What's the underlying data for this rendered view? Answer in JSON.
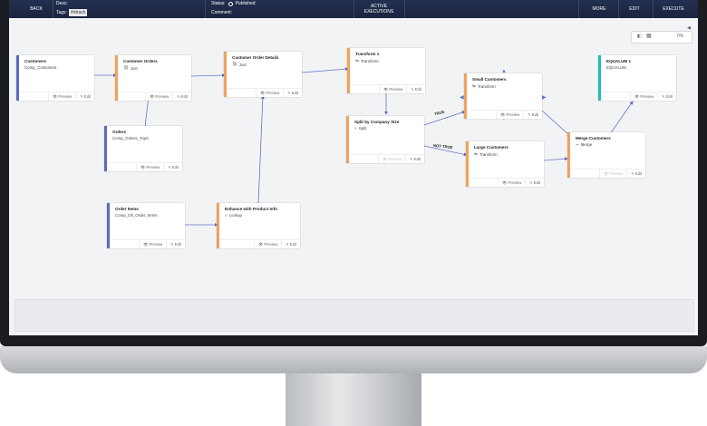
{
  "topbar": {
    "back": "BACK",
    "desc_label": "Desc:",
    "tags_label": "Tags:",
    "tags_value": "#ntrack",
    "status_label": "Status:",
    "status_value": "Published",
    "comment_label": "Comment:",
    "active_executions": "ACTIVE EXECUTIONS",
    "more": "MORE",
    "edit": "EDIT",
    "execute": "EXECUTE"
  },
  "zoom": {
    "value": "0%"
  },
  "buttons": {
    "preview": "Preview",
    "edit": "Edit"
  },
  "edges": {
    "true_label": "TRUE",
    "not_true_label": "NOT TRUE"
  },
  "nodes": {
    "customers": {
      "title": "Customers",
      "sub": "Comp_Customers"
    },
    "orders": {
      "title": "Orders",
      "sub": "Comp_Orders_Topic"
    },
    "order_items": {
      "title": "Order Items",
      "sub": "Comp_Olt_Order_Items"
    },
    "customer_orders": {
      "title": "Customer Orders",
      "sub": "Join"
    },
    "customer_order_details": {
      "title": "Customer Order Details",
      "sub": "Join"
    },
    "enhance": {
      "title": "Enhance with Product Info",
      "sub": "Lookup"
    },
    "transform1": {
      "title": "Transform 1",
      "sub": "Transform"
    },
    "split": {
      "title": "Split by Company Size",
      "sub": "Split"
    },
    "small_customers": {
      "title": "Small Customers",
      "sub": "Transform"
    },
    "large_customers": {
      "title": "Large Customers",
      "sub": "Transform"
    },
    "merge_customers": {
      "title": "Merge Customers",
      "sub": "Merge"
    },
    "equalum": {
      "title": "EQUALUM 1",
      "sub": "EQUALUM"
    }
  }
}
